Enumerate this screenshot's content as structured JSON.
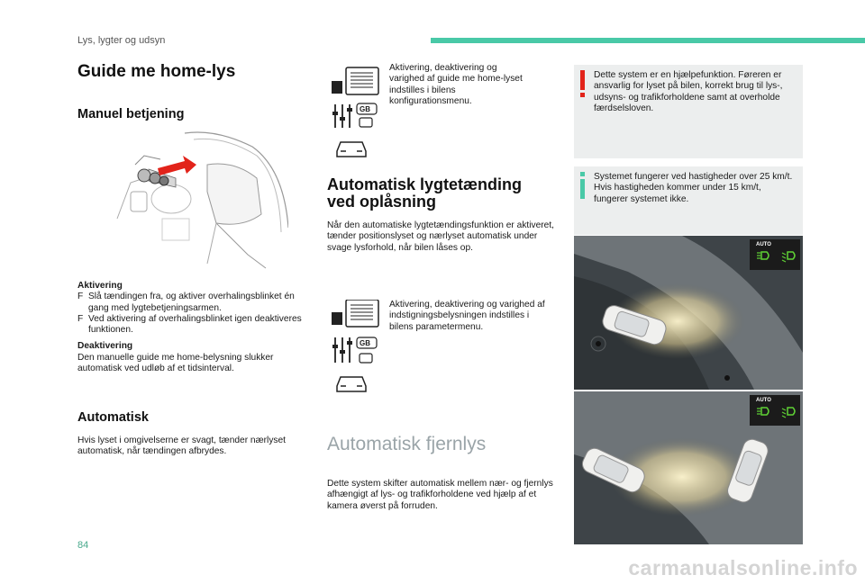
{
  "header": {
    "section_title": "Lys, lygter og udsyn"
  },
  "page_number": "84",
  "watermark": "carmanualsonline.info",
  "col1": {
    "title": "Guide me home-lys",
    "subtitle": "Manuel betjening",
    "activation_heading": "Aktivering",
    "activation_items": [
      "Slå tændingen fra, og aktiver overhalingsblinket én gang med lygtebetjeningsarmen.",
      "Ved aktivering af overhalingsblinket igen deaktiveres funktionen."
    ],
    "deactivation_heading": "Deaktivering",
    "deactivation_text": "Den manuelle guide me home-belysning slukker automatisk ved udløb af et tidsinterval.",
    "auto_heading": "Automatisk",
    "auto_text": "Hvis lyset i omgivelserne er svagt, tænder nærlyset automatisk, når tændingen afbrydes."
  },
  "col2": {
    "config_text_1": "Aktivering, deaktivering og varighed af guide me home-lyset indstilles i bilens konfigurationsmenu.",
    "heading_auto_unlock_l1": "Automatisk lygtetænding",
    "heading_auto_unlock_l2": "ved oplåsning",
    "auto_unlock_text": "Når den automatiske lygtetændingsfunktion er aktiveret, tænder positionslyset og nærlyset automatisk under svage lysforhold, når bilen låses op.",
    "config_text_2": "Aktivering, deaktivering og varighed af indstigningsbelysningen indstilles i bilens parametermenu.",
    "gb_label": "GB",
    "heading_high_beam": "Automatisk fjernlys",
    "high_beam_text": "Dette system skifter automatisk mellem nær- og fjernlys afhængigt af lys- og trafikforholdene ved hjælp af et kamera øverst på forruden."
  },
  "col3": {
    "warning_text": "Dette system er en hjælpefunktion. Føreren er ansvarlig for lyset på bilen, korrekt brug til lys-, udsyns- og trafikforholdene samt at overholde færdselsloven.",
    "info_text_1": "Systemet fungerer ved hastigheder over 25 km/t.",
    "info_text_2": "Hvis hastigheden kommer under 15 km/t, fungerer systemet ikke.",
    "auto_badge": "AUTO",
    "colors": {
      "warning_mark": "#e2231a",
      "info_mark": "#49c9a7",
      "indicator_green": "#5fd135"
    }
  }
}
